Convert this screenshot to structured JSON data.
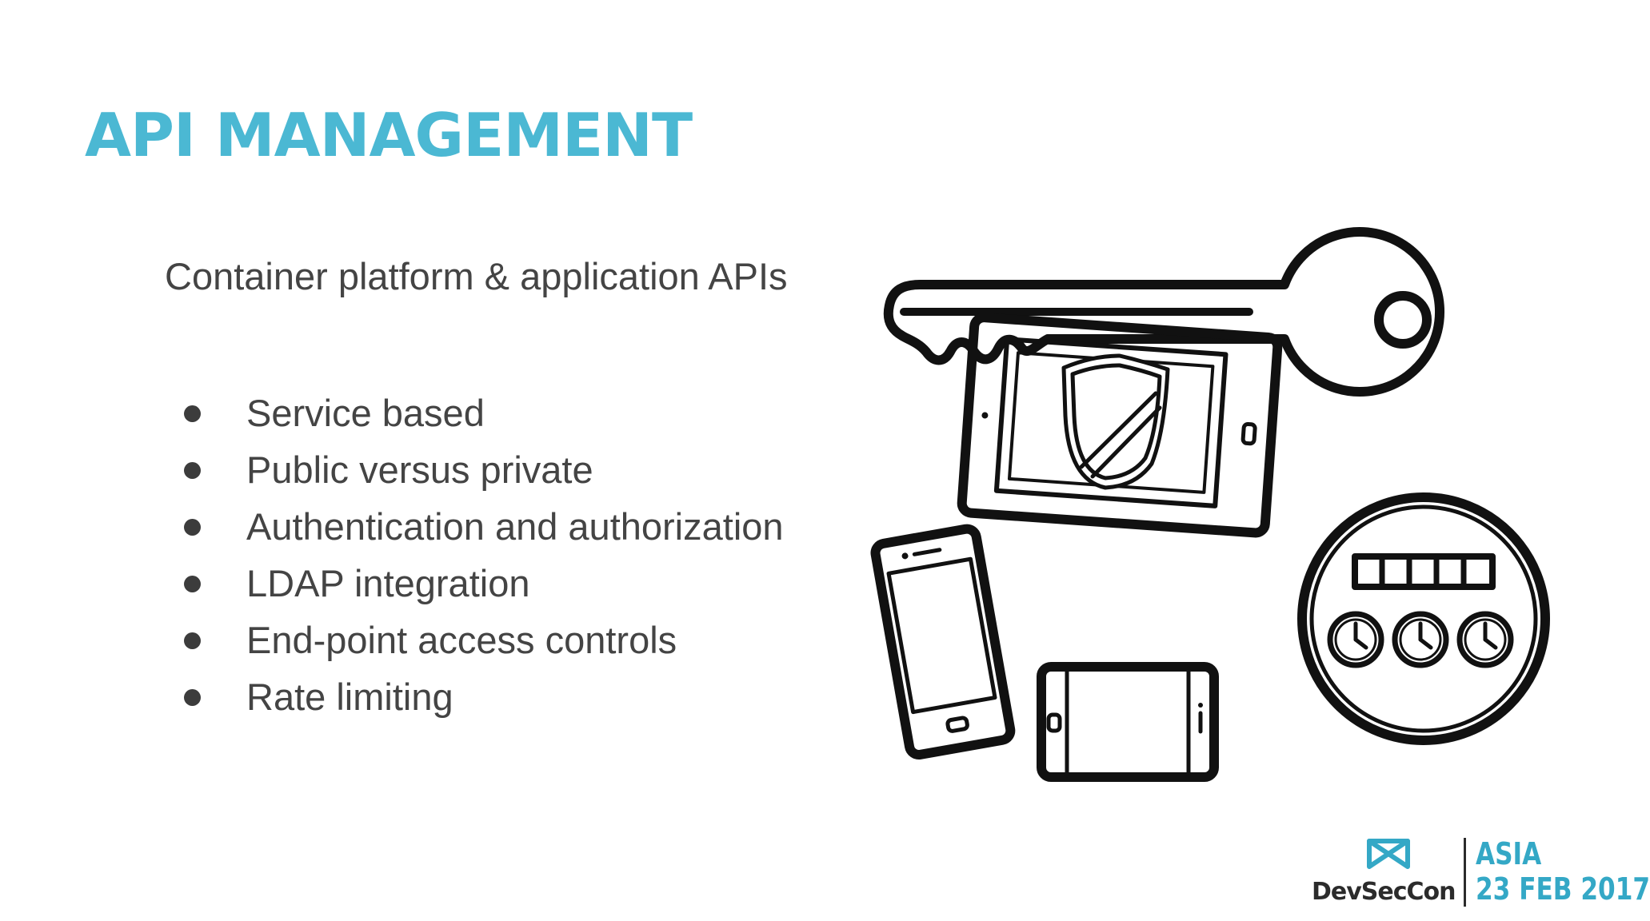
{
  "slide": {
    "title": "API MANAGEMENT",
    "subtitle": "Container platform & application APIs",
    "bullets": [
      "Service based",
      "Public versus private",
      "Authentication and authorization",
      "LDAP integration",
      "End-point access controls",
      "Rate limiting"
    ]
  },
  "illustration": {
    "icons": [
      "key-icon",
      "tablet-icon",
      "shield-icon",
      "phone-icon",
      "landscape-phone-icon",
      "rate-meter-icon",
      "clock-icon"
    ]
  },
  "footer": {
    "brand": "DevSecCon",
    "event_line1": "ASIA",
    "event_line2": "23 FEB 2017"
  },
  "colors": {
    "title": "#4bb8d3",
    "text": "#444444",
    "bullet": "#3c3c3c",
    "icon_stroke": "#111111",
    "brand_accent": "#34a8c6",
    "brand_text": "#2b2b2b"
  }
}
